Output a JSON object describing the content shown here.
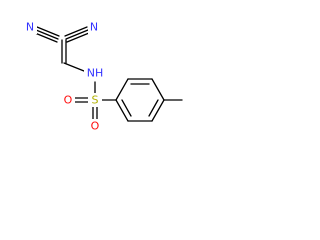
{
  "molecule": {
    "colors": {
      "bond": "#000000",
      "carbon": "#000000",
      "nitrogen": "#3333ff",
      "oxygen": "#ff0d0d",
      "sulfur": "#b2b200"
    },
    "atoms": {
      "nitrile_n_left": "N",
      "nitrile_n_right": "N",
      "amine_nh": "NH",
      "sulfur": "S",
      "oxygen_top": "O",
      "oxygen_bottom": "O"
    }
  }
}
